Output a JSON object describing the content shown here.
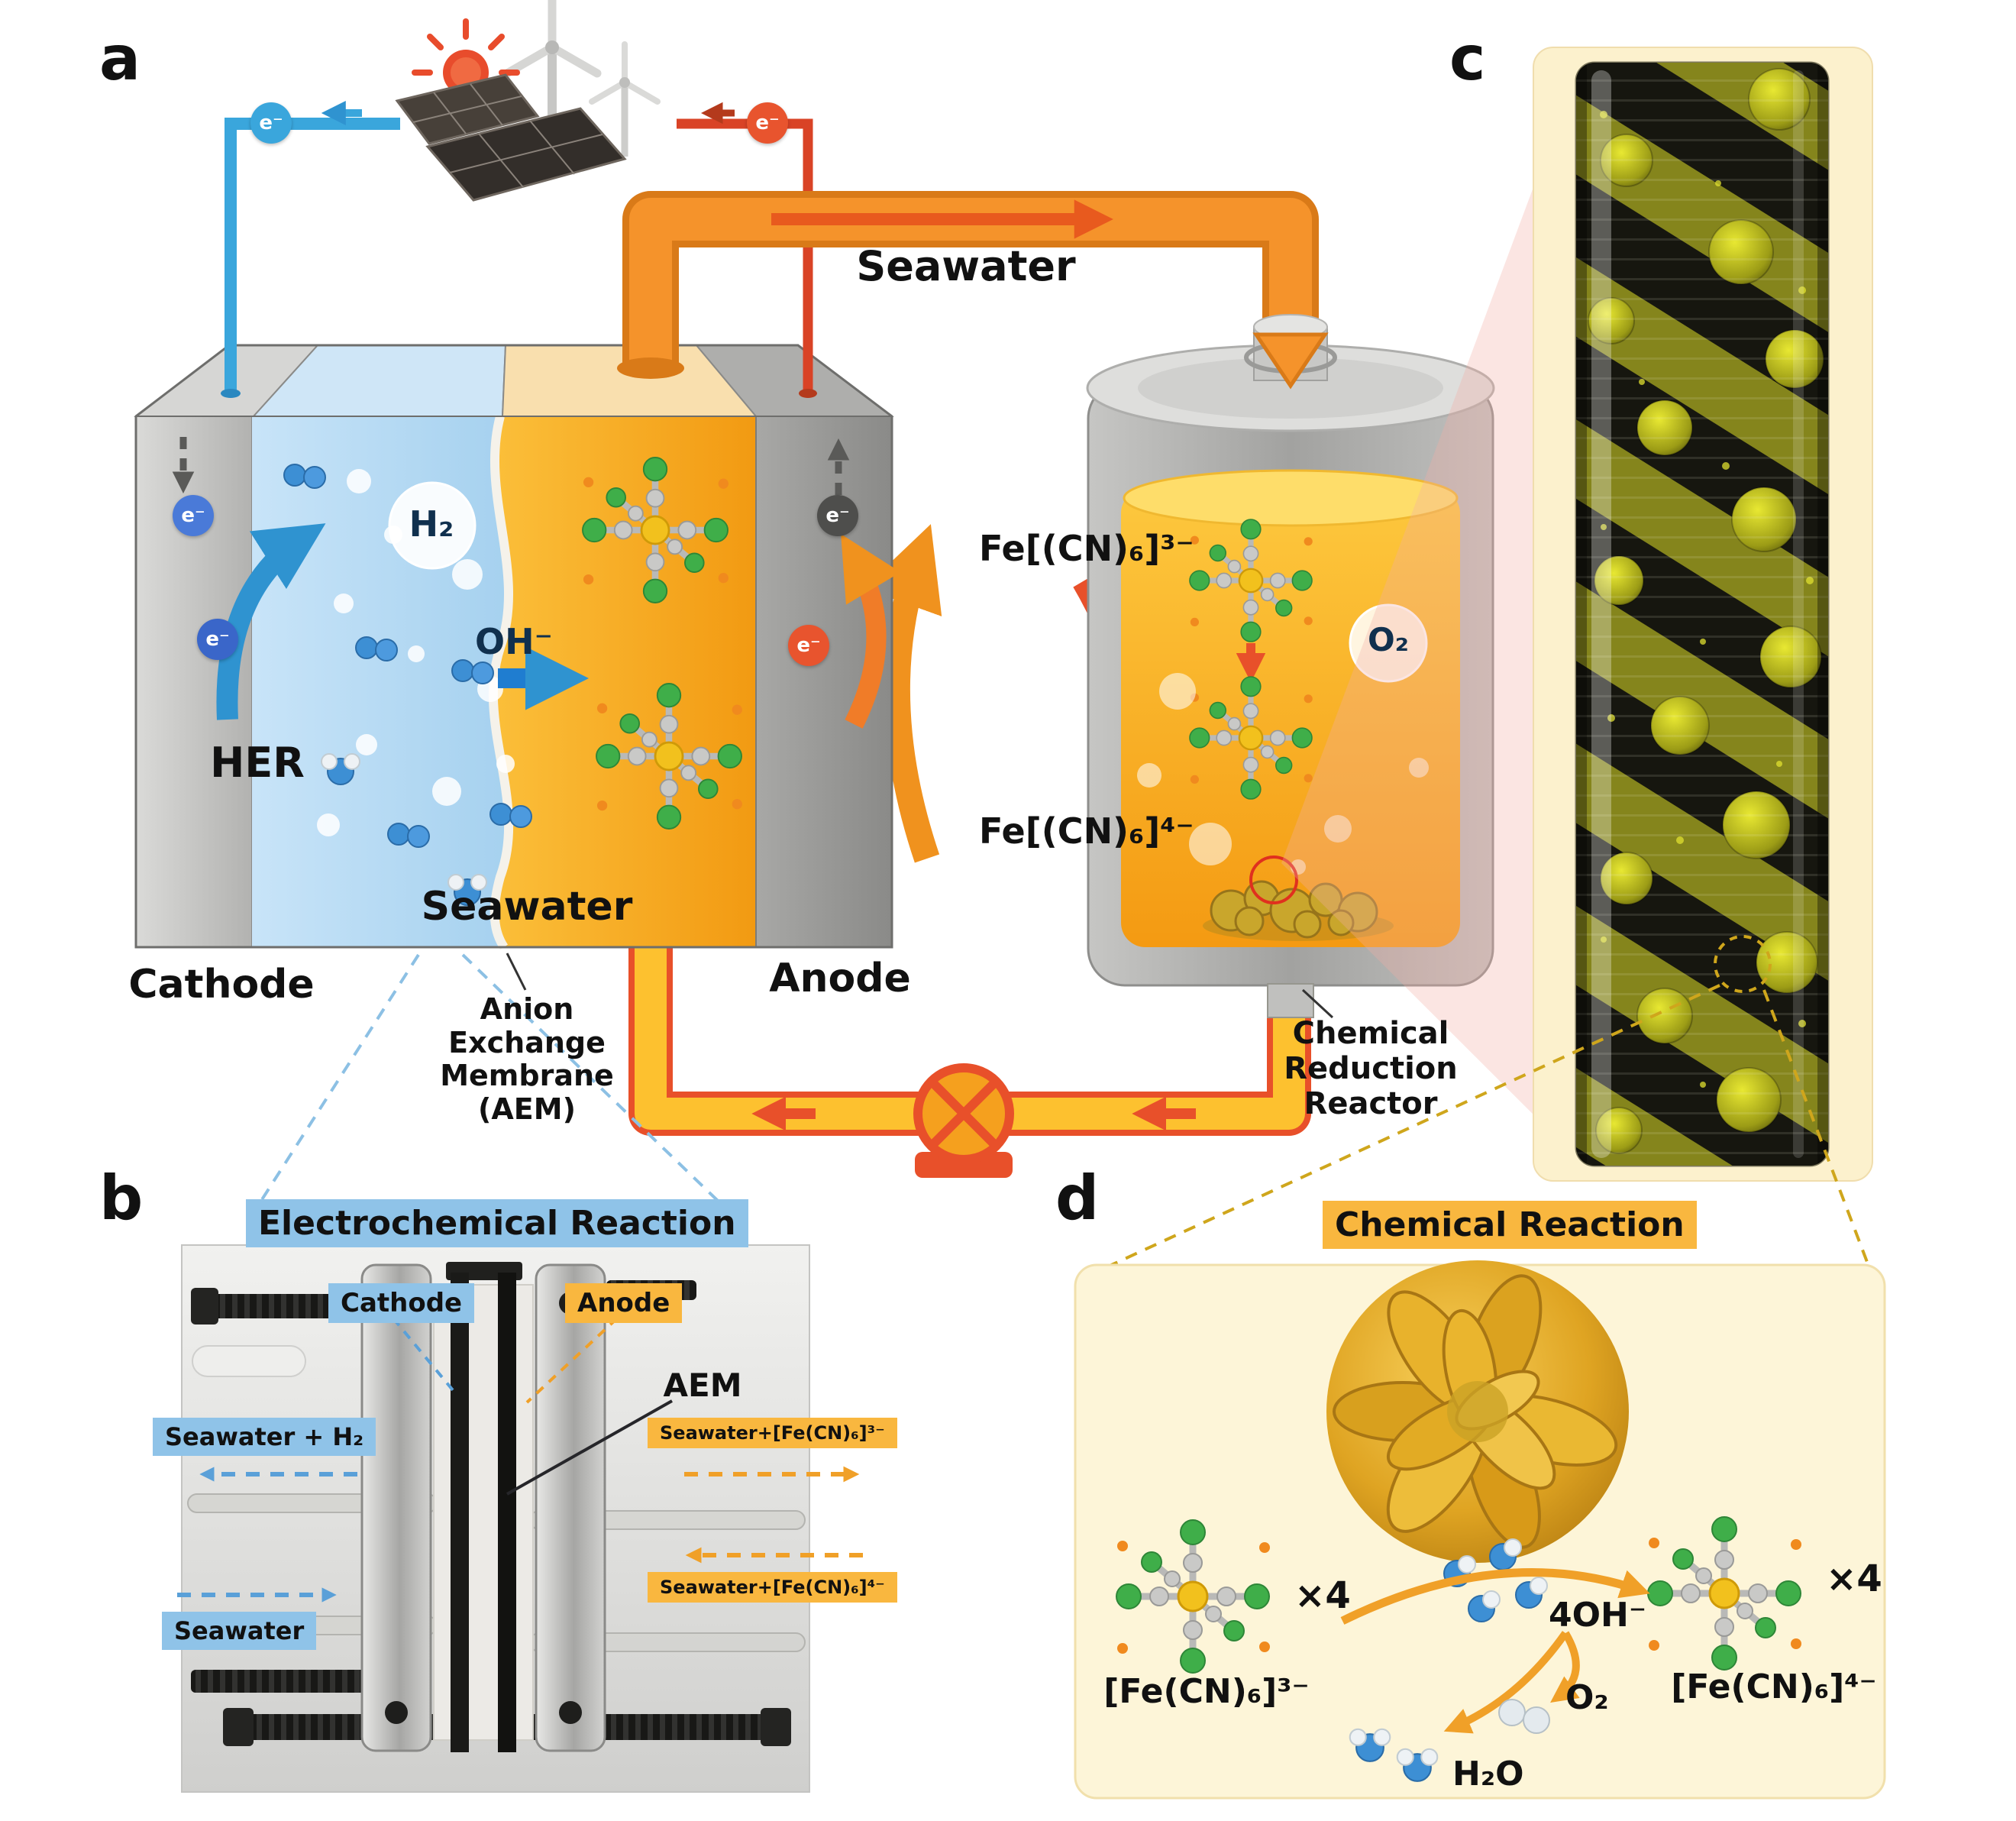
{
  "figure": {
    "panel_a_letter": "a",
    "panel_b_letter": "b",
    "panel_c_letter": "c",
    "panel_d_letter": "d"
  },
  "panel_a": {
    "seawater_pipe": "Seawater",
    "h2": "H₂",
    "oh": "OH⁻",
    "her": "HER",
    "seawater_cell": "Seawater",
    "cathode": "Cathode",
    "anode": "Anode",
    "aem": "Anion\nExchange\nMembrane\n(AEM)",
    "electron": "e⁻",
    "fe3": "Fe[(CN)₆]³⁻",
    "fe4": "Fe[(CN)₆]⁴⁻",
    "o2": "O₂",
    "reactor": "Chemical\nReduction\nReactor"
  },
  "panel_b": {
    "title": "Electrochemical Reaction",
    "cathode": "Cathode",
    "anode": "Anode",
    "aem": "AEM",
    "outlet_cathode": "Seawater + H₂",
    "outlet_anode": "Seawater+[Fe(CN)₆]³⁻",
    "inlet_cathode": "Seawater",
    "inlet_anode": "Seawater+[Fe(CN)₆]⁴⁻"
  },
  "panel_d": {
    "title": "Chemical Reaction",
    "reactant": "[Fe(CN)₆]³⁻",
    "product": "[Fe(CN)₆]⁴⁻",
    "times4_left": "×4",
    "times4_right": "×4",
    "hydroxide": "4OH⁻",
    "oxygen": "O₂",
    "water": "H₂O"
  },
  "colors": {
    "catholyte_blue": "#aed4f0",
    "anolyte_orange": "#f6a51e",
    "label_blue": "#8fc3e8",
    "label_orange": "#f9b73f",
    "electron_blue": "#3aa6dc",
    "electron_red": "#e8542e"
  }
}
